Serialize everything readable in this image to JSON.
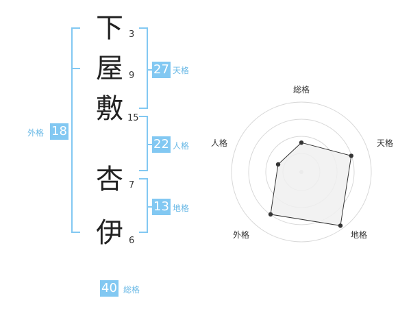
{
  "name": {
    "chars": [
      {
        "char": "下",
        "strokes": "3"
      },
      {
        "char": "屋",
        "strokes": "9"
      },
      {
        "char": "敷",
        "strokes": "15"
      },
      {
        "char": "杏",
        "strokes": "7"
      },
      {
        "char": "伊",
        "strokes": "6"
      }
    ]
  },
  "fortunes": {
    "tenkaku": {
      "value": "27",
      "label": "天格"
    },
    "jinkaku": {
      "value": "22",
      "label": "人格"
    },
    "chikaku": {
      "value": "13",
      "label": "地格"
    },
    "gaikaku": {
      "value": "18",
      "label": "外格"
    },
    "soukaku": {
      "value": "40",
      "label": "総格"
    }
  },
  "radar": {
    "axes": [
      "総格",
      "天格",
      "地格",
      "外格",
      "人格"
    ],
    "values": [
      0.42,
      0.75,
      0.95,
      0.75,
      0.35
    ],
    "line_color": "#333333",
    "fill_color": "#f0f0f0"
  },
  "colors": {
    "bracket": "#82c8f2",
    "box": "#82c8f2",
    "label": "#6ab9e6"
  }
}
